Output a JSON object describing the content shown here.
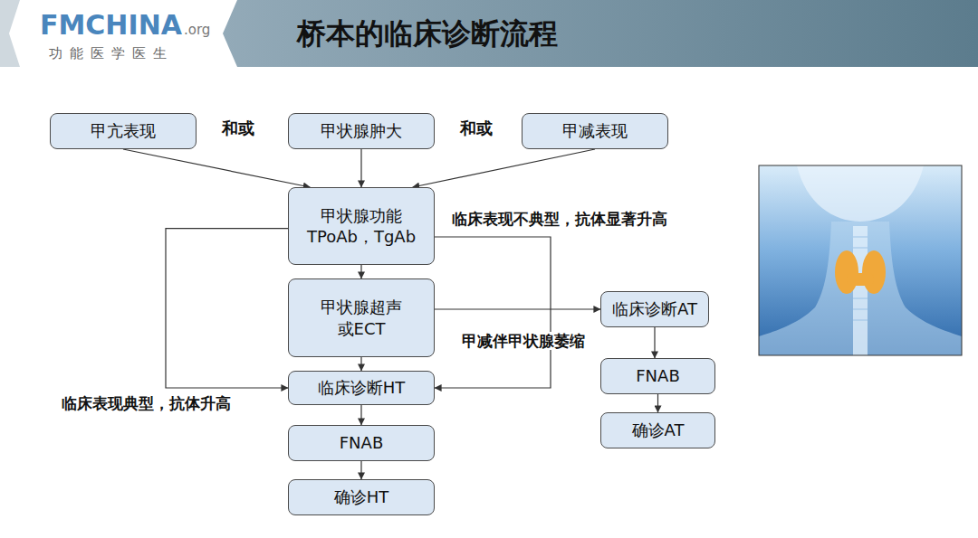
{
  "diagram": {
    "title": "桥本的临床诊断流程",
    "nodes": [
      {
        "text": [
          "甲亢表现"
        ]
      },
      {
        "text": [
          "甲状腺肿大"
        ]
      },
      {
        "text": [
          "甲减表现"
        ]
      },
      {
        "text": [
          "甲状腺功能 TPoAb，TgAb"
        ]
      },
      {
        "text": [
          "甲状腺超声 或ECT"
        ]
      },
      {
        "text": [
          "临床诊断HT"
        ]
      },
      {
        "text": [
          "FNAB"
        ]
      },
      {
        "text": [
          "确诊HT"
        ]
      },
      {
        "text": [
          "临床诊断AT"
        ]
      },
      {
        "text": [
          "FNAB"
        ]
      },
      {
        "text": [
          "确诊AT"
        ]
      }
    ],
    "edges": [
      {
        "from": 0,
        "to": 3,
        "arrow": "to"
      },
      {
        "from": 1,
        "to": 3,
        "arrow": "to"
      },
      {
        "from": 2,
        "to": 3,
        "arrow": "to"
      },
      {
        "from": 3,
        "to": 4,
        "arrow": "to"
      },
      {
        "from": 3,
        "to": 5,
        "label": "临床表现不典型，抗体显著升高",
        "arrow": "to"
      },
      {
        "from": 3,
        "to": 5,
        "label": "临床表现典型，抗体升高",
        "arrow": "to"
      },
      {
        "from": 4,
        "to": 5,
        "arrow": "to"
      },
      {
        "from": 4,
        "to": 8,
        "label": "甲减伴甲状腺萎缩",
        "arrow": "to"
      },
      {
        "from": 5,
        "to": 6,
        "arrow": "to"
      },
      {
        "from": 6,
        "to": 7,
        "arrow": "to"
      },
      {
        "from": 8,
        "to": 9,
        "arrow": "to"
      },
      {
        "from": 9,
        "to": 10,
        "arrow": "to"
      }
    ],
    "labels": [
      "FMCHINA",
      ".org",
      "功能医学医生",
      "和或",
      "和或"
    ]
  }
}
